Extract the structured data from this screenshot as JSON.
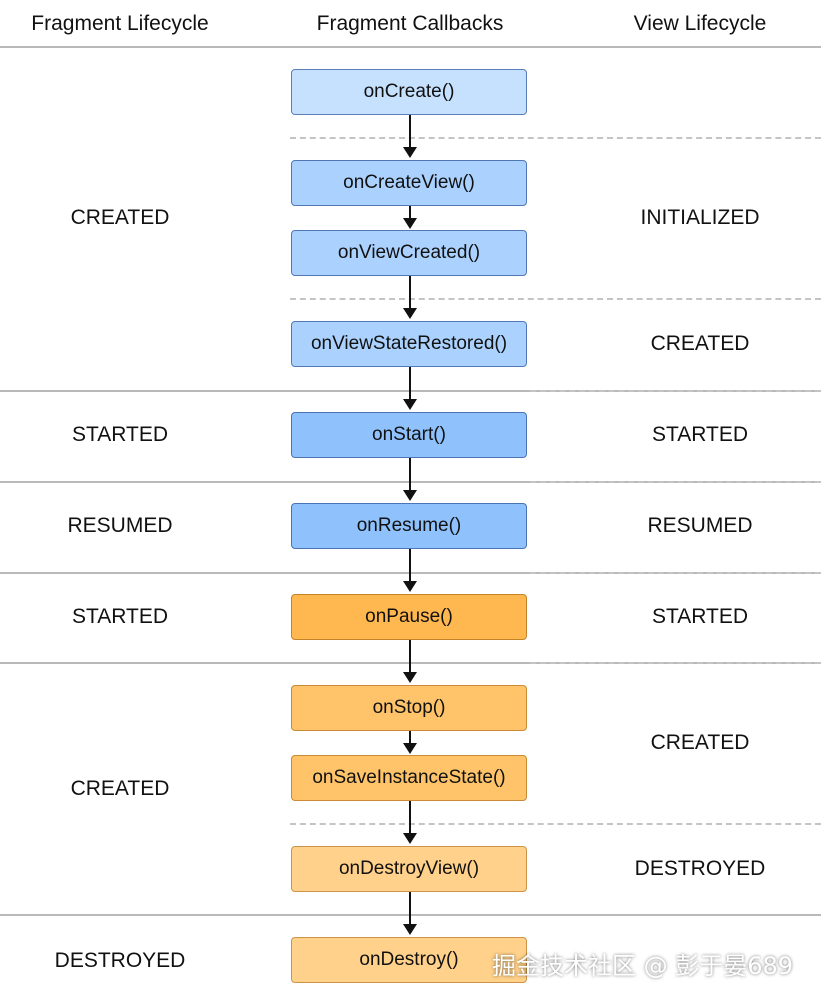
{
  "headers": {
    "fragment_lifecycle": "Fragment Lifecycle",
    "fragment_callbacks": "Fragment Callbacks",
    "view_lifecycle": "View Lifecycle"
  },
  "fragment_states": [
    "CREATED",
    "STARTED",
    "RESUMED",
    "STARTED",
    "CREATED",
    "DESTROYED"
  ],
  "view_states": [
    "INITIALIZED",
    "CREATED",
    "STARTED",
    "RESUMED",
    "STARTED",
    "CREATED",
    "DESTROYED"
  ],
  "callbacks": [
    "onCreate()",
    "onCreateView()",
    "onViewCreated()",
    "onViewStateRestored()",
    "onStart()",
    "onResume()",
    "onPause()",
    "onStop()",
    "onSaveInstanceState()",
    "onDestroyView()",
    "onDestroy()"
  ],
  "watermark": "掘金技术社区 @ 彭于晏689",
  "colors": {
    "created_callbacks": "#c6e1fe",
    "view_callbacks": "#abd2fe",
    "resume_callbacks": "#8fc2fd",
    "pause_callbacks": "#ffb74f",
    "stop_callbacks": "#ffc469",
    "destroy_callbacks": "#ffd18a"
  }
}
